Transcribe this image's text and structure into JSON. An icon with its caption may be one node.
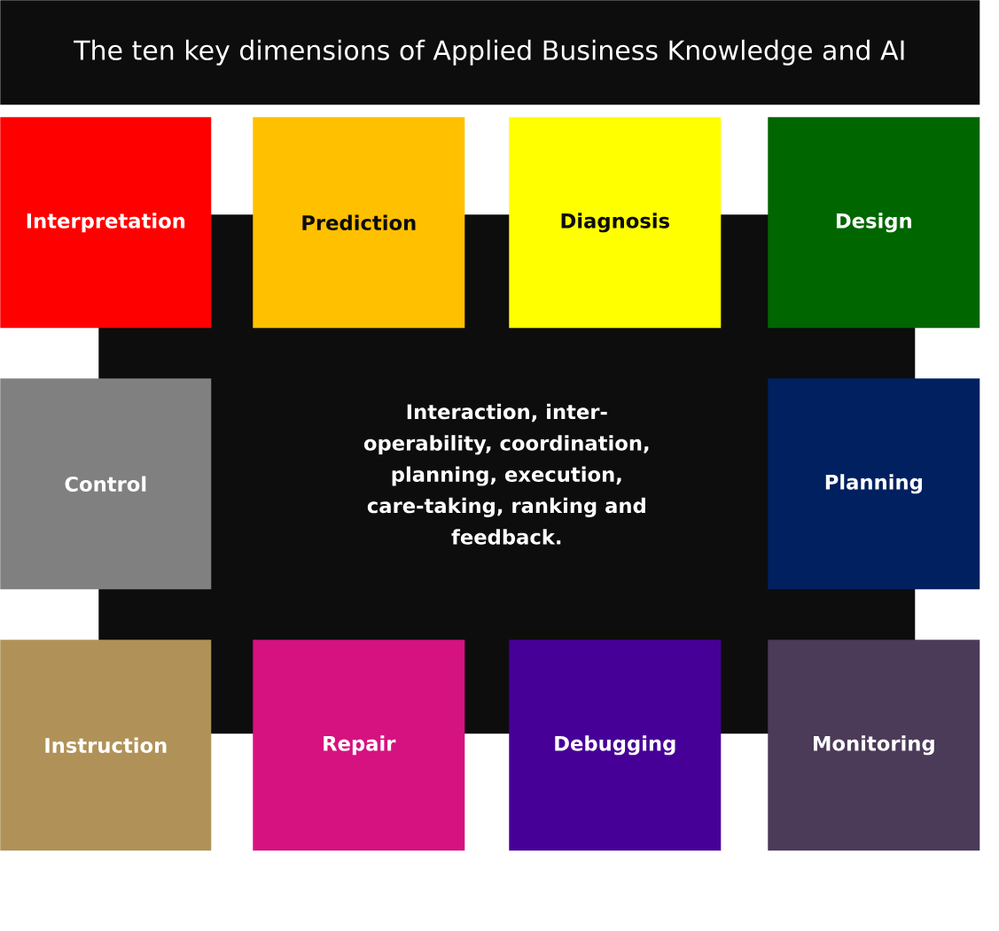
{
  "diagram": {
    "title": "The ten key dimensions of Applied Business Knowledge and AI",
    "nodes": [
      {
        "text": [
          "Interpretation"
        ]
      },
      {
        "text": [
          "Prediction"
        ]
      },
      {
        "text": [
          "Diagnosis"
        ]
      },
      {
        "text": [
          "Design"
        ]
      },
      {
        "text": [
          "Control"
        ]
      },
      {
        "text": [
          "Interaction, inter- operability, coordination, planning, execution, care-taking, ranking and feedback."
        ]
      },
      {
        "text": [
          "Planning"
        ]
      },
      {
        "text": [
          "Instruction"
        ]
      },
      {
        "text": [
          "Repair"
        ]
      },
      {
        "text": [
          "Debugging"
        ]
      },
      {
        "text": [
          "Monitoring"
        ]
      }
    ]
  }
}
